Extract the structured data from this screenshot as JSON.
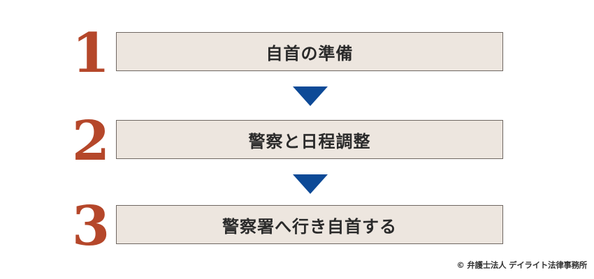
{
  "steps": [
    {
      "number": "1",
      "label": "自首の準備"
    },
    {
      "number": "2",
      "label": "警察と日程調整"
    },
    {
      "number": "3",
      "label": "警察署へ行き自首する"
    }
  ],
  "arrow_color": "#0d4a97",
  "number_color": "#b5472a",
  "box_color": "#ede6df",
  "copyright": "© 弁護士法人 デイライト法律事務所"
}
